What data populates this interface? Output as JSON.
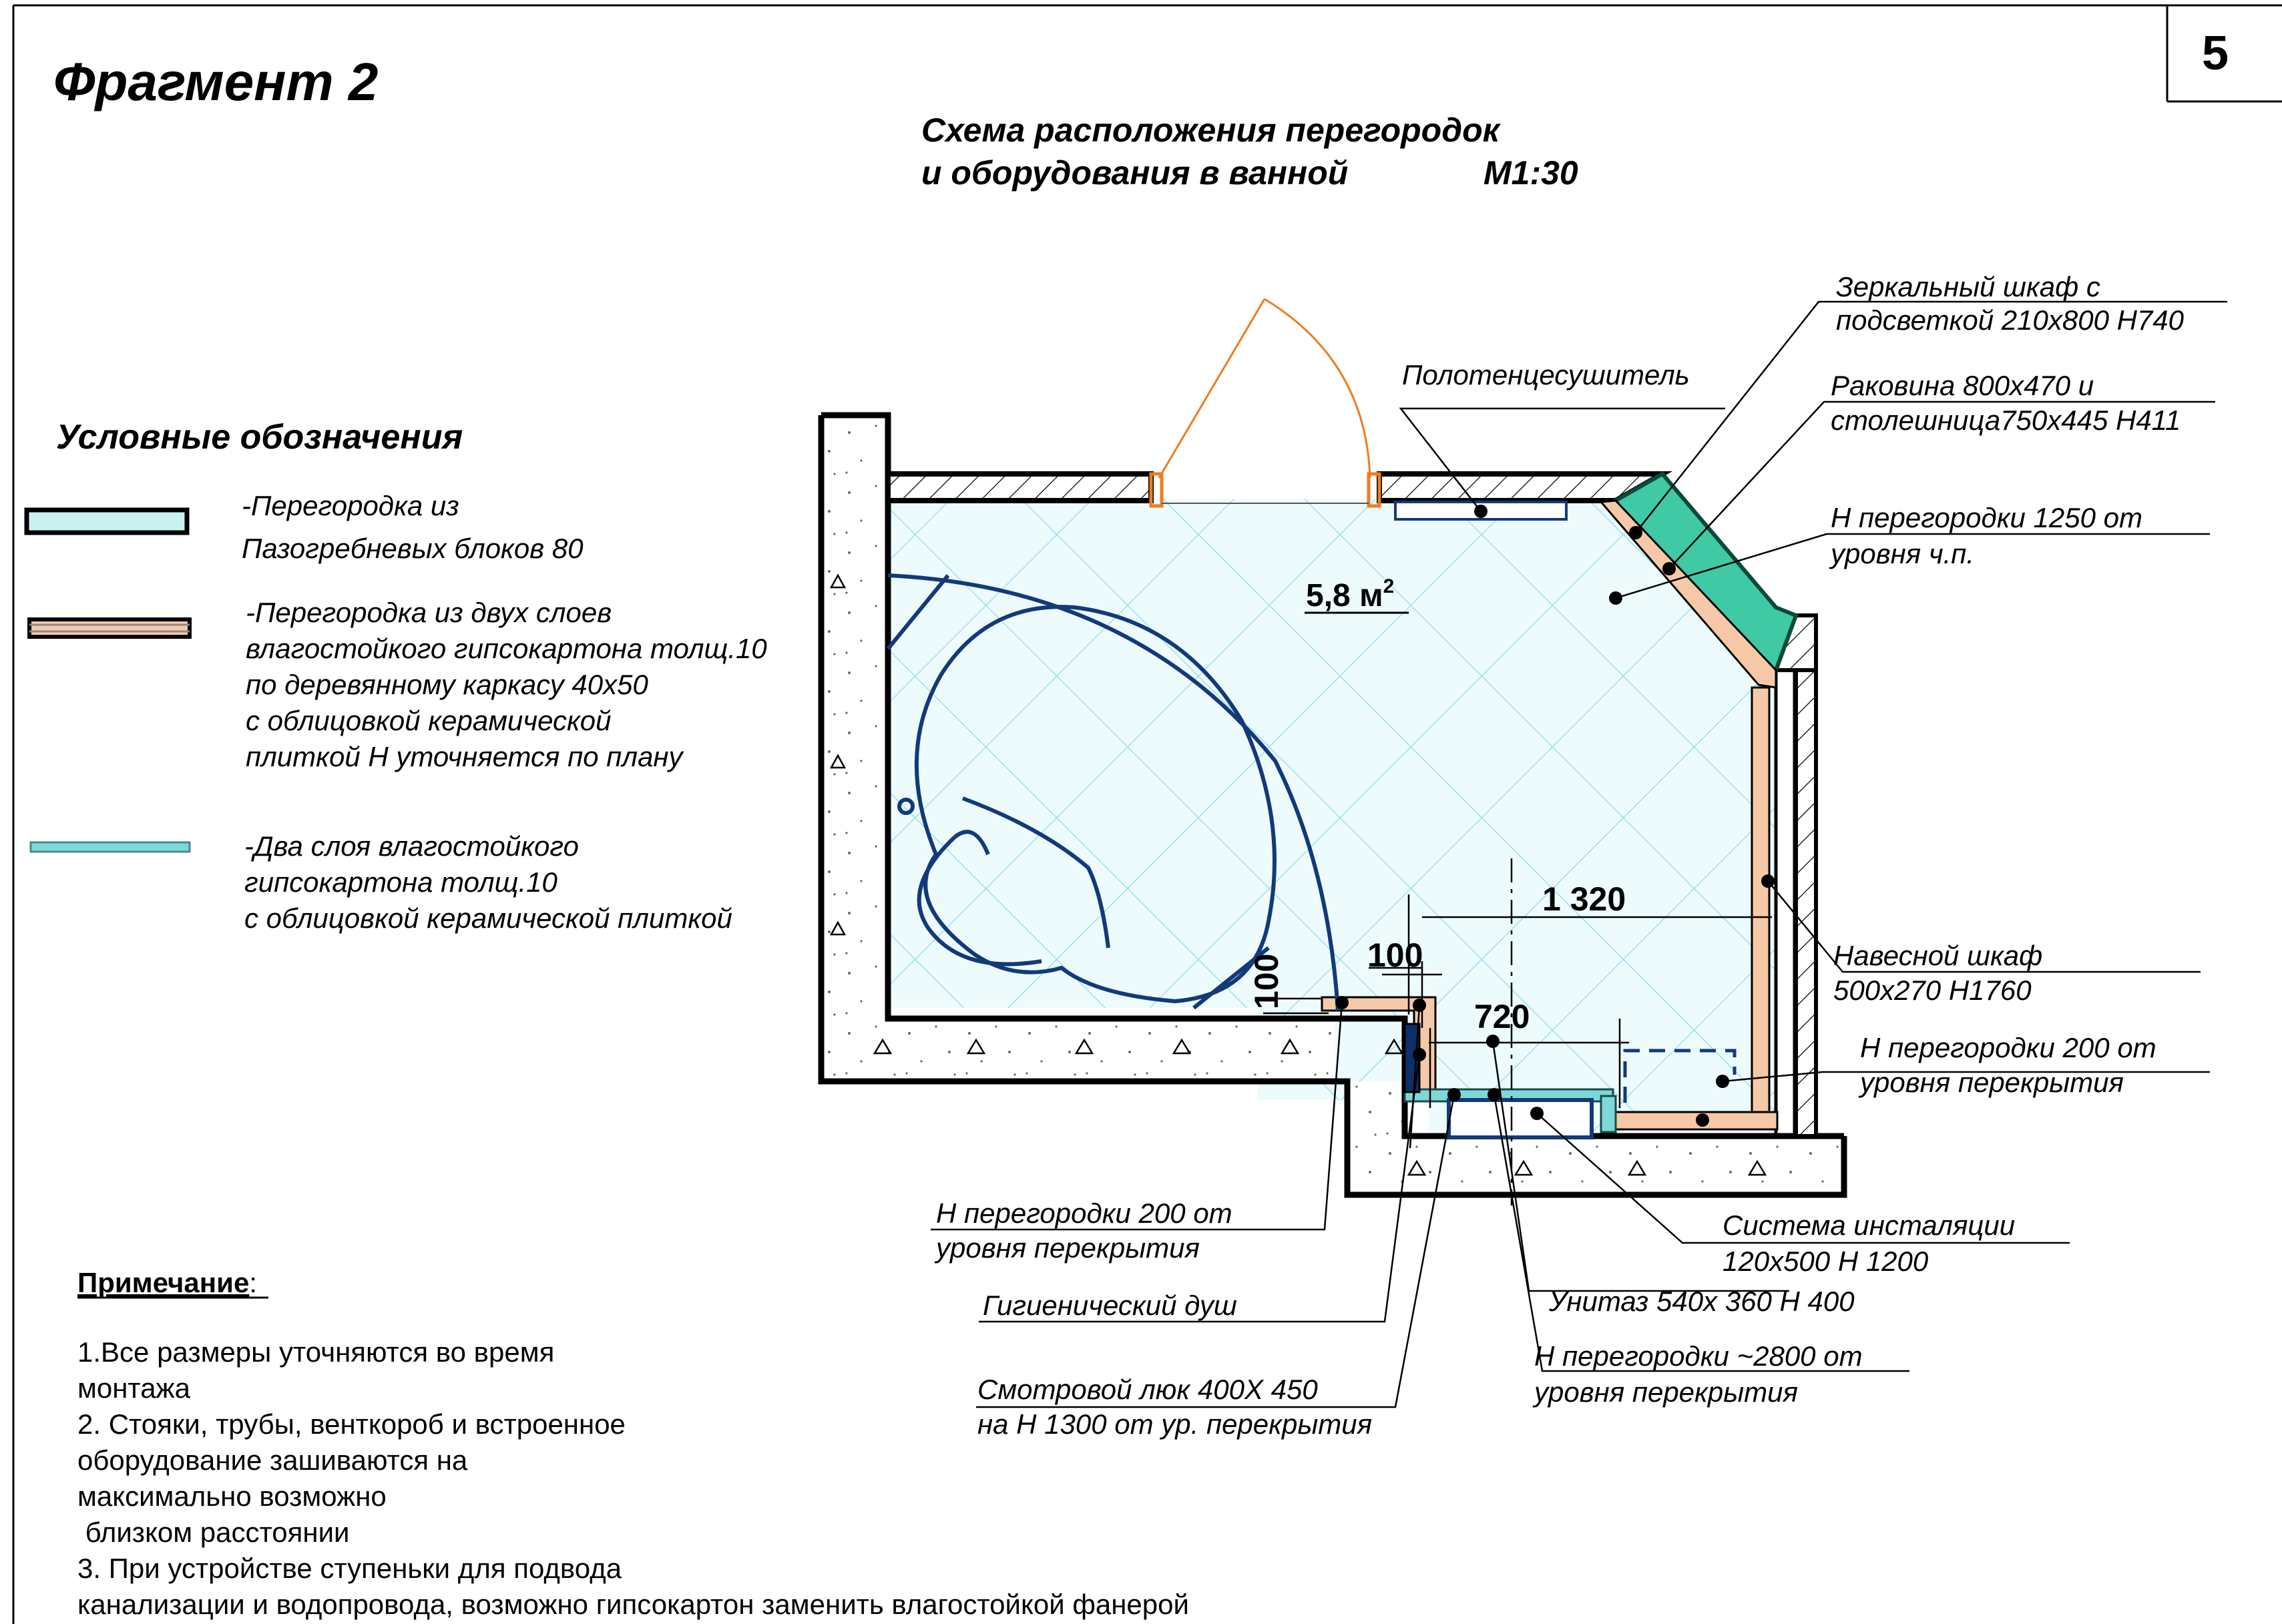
{
  "fragment_title": "Фрагмент 2",
  "sheet_number": "5",
  "title": {
    "line1": "Схема расположения перегородок",
    "line2": "и оборудования в ванной",
    "scale": "М1:30"
  },
  "legend": {
    "heading": "Условные обозначения",
    "items": [
      {
        "lines": [
          "-Перегородка из",
          "Пазогребневых блоков 80"
        ],
        "color": "#c8f2f2"
      },
      {
        "lines": [
          "-Перегородка из двух слоев",
          "влагостойкого гипсокартона толщ.10",
          "по деревянному каркасу 40х50",
          "с облицовкой керамической",
          "плиткой Н уточняется по плану"
        ],
        "color": "#f5c9a8"
      },
      {
        "lines": [
          "-Два слоя влагостойкого",
          "гипсокартона толщ.10",
          "с облицовкой керамической плиткой"
        ],
        "color": "#7fd8d8"
      }
    ]
  },
  "room": {
    "area": "5,8 м",
    "area_sup": "2"
  },
  "dimensions": {
    "width_main": "1 320",
    "d100_h": "100",
    "d100_v": "100",
    "d720": "720"
  },
  "callouts": {
    "mirror_cabinet": [
      "Зеркальный шкаф с",
      "подсветкой 210х800 Н740"
    ],
    "towel_dryer": [
      "Полотенцесушитель"
    ],
    "sink": [
      "Раковина 800х470 и",
      "столешница750х445 Н411"
    ],
    "partition_1250": [
      "Н перегородки 1250 от",
      "уровня ч.п."
    ],
    "wall_cabinet": [
      "Навесной шкаф",
      "500х270 Н1760"
    ],
    "partition_200_right": [
      "Н перегородки 200 от",
      "уровня перекрытия"
    ],
    "installation": [
      "Система инсталяции",
      "120х500 Н 1200"
    ],
    "toilet": [
      "Унитаз 540х 360    Н 400"
    ],
    "partition_2800": [
      "Н перегородки ~2800 от",
      "уровня перекрытия"
    ],
    "partition_200_left": [
      "Н перегородки 200 от",
      "уровня перекрытия"
    ],
    "hygienic_shower": [
      "Гигиенический душ"
    ],
    "inspection_hatch": [
      "Смотровой люк 400Х 450",
      "на Н 1300 от ур. перекрытия"
    ]
  },
  "notes": {
    "heading": "Примечание",
    "colon": ":",
    "lines": [
      "1.Все размеры  уточняются во время",
      "монтажа",
      "2. Стояки, трубы, венткороб и встроенное",
      "оборудование зашиваются на",
      "максимально возможно",
      " близком расстоянии",
      "3. При устройстве ступеньки для подвода",
      "канализации и водопровода, возможно гипсокартон заменить влагостойкой фанерой"
    ]
  },
  "colors": {
    "wall_stroke": "#000000",
    "tile_grid": "#8fdcec",
    "floor_fill": "#e9fafb",
    "bath_outline": "#123a7a",
    "door_swing": "#f07c1e",
    "partition_block": "#3fc9a4",
    "partition_gkl": "#f5c9a8"
  }
}
